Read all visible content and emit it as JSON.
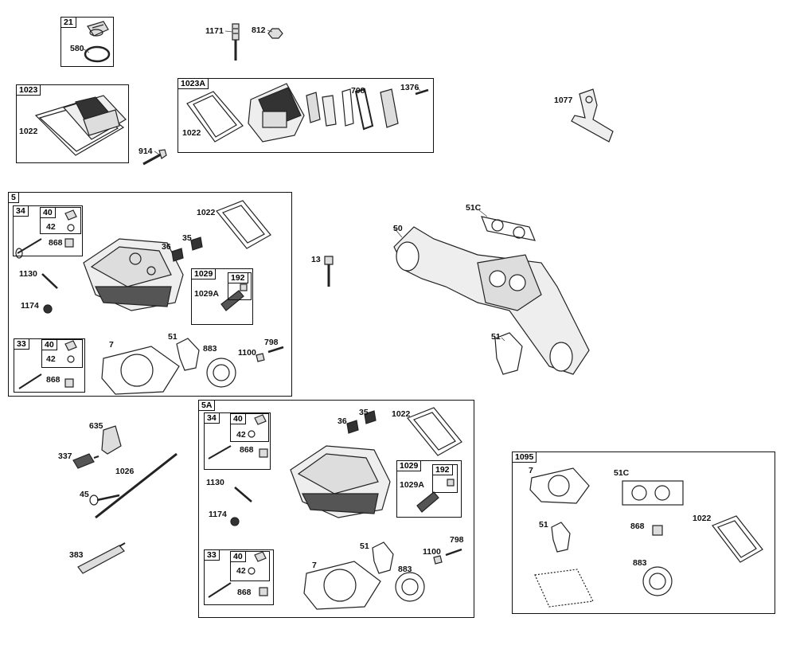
{
  "boxes": {
    "b21": "21",
    "b1023": "1023",
    "b1023a": "1023A",
    "b5": "5",
    "b34": "34",
    "b40a": "40",
    "b1029": "1029",
    "b192": "192",
    "b33": "33",
    "b40b": "40",
    "b5a": "5A",
    "b34a": "34",
    "b40c": "40",
    "b1029a": "1029",
    "b192a": "192",
    "b33a": "33",
    "b40d": "40",
    "b1095": "1095"
  },
  "labels": {
    "p580": "580",
    "p1171": "1171",
    "p812": "812",
    "p1022a": "1022",
    "p914": "914",
    "p1022b": "1022",
    "p708": "708",
    "p1376": "1376",
    "p1077": "1077",
    "p1022c": "1022",
    "p42a": "42",
    "p868a": "868",
    "p36": "36",
    "p35": "35",
    "p13": "13",
    "p1130": "1130",
    "p1174": "1174",
    "p1029A": "1029A",
    "p42b": "42",
    "p868b": "868",
    "p7": "7",
    "p51": "51",
    "p883": "883",
    "p1100": "1100",
    "p798": "798",
    "p50": "50",
    "p51C": "51C",
    "p51b": "51",
    "p635": "635",
    "p337": "337",
    "p1026": "1026",
    "p45": "45",
    "p383": "383",
    "p36b": "36",
    "p35b": "35",
    "p1022d": "1022",
    "p42c": "42",
    "p868c": "868",
    "p1130b": "1130",
    "p1174b": "1174",
    "p1029Ab": "1029A",
    "p42d": "42",
    "p868d": "868",
    "p7b": "7",
    "p51c": "51",
    "p883b": "883",
    "p1100b": "1100",
    "p798b": "798",
    "p7c": "7",
    "p51Cb": "51C",
    "p51d": "51",
    "p868e": "868",
    "p1022e": "1022",
    "p883c": "883"
  }
}
